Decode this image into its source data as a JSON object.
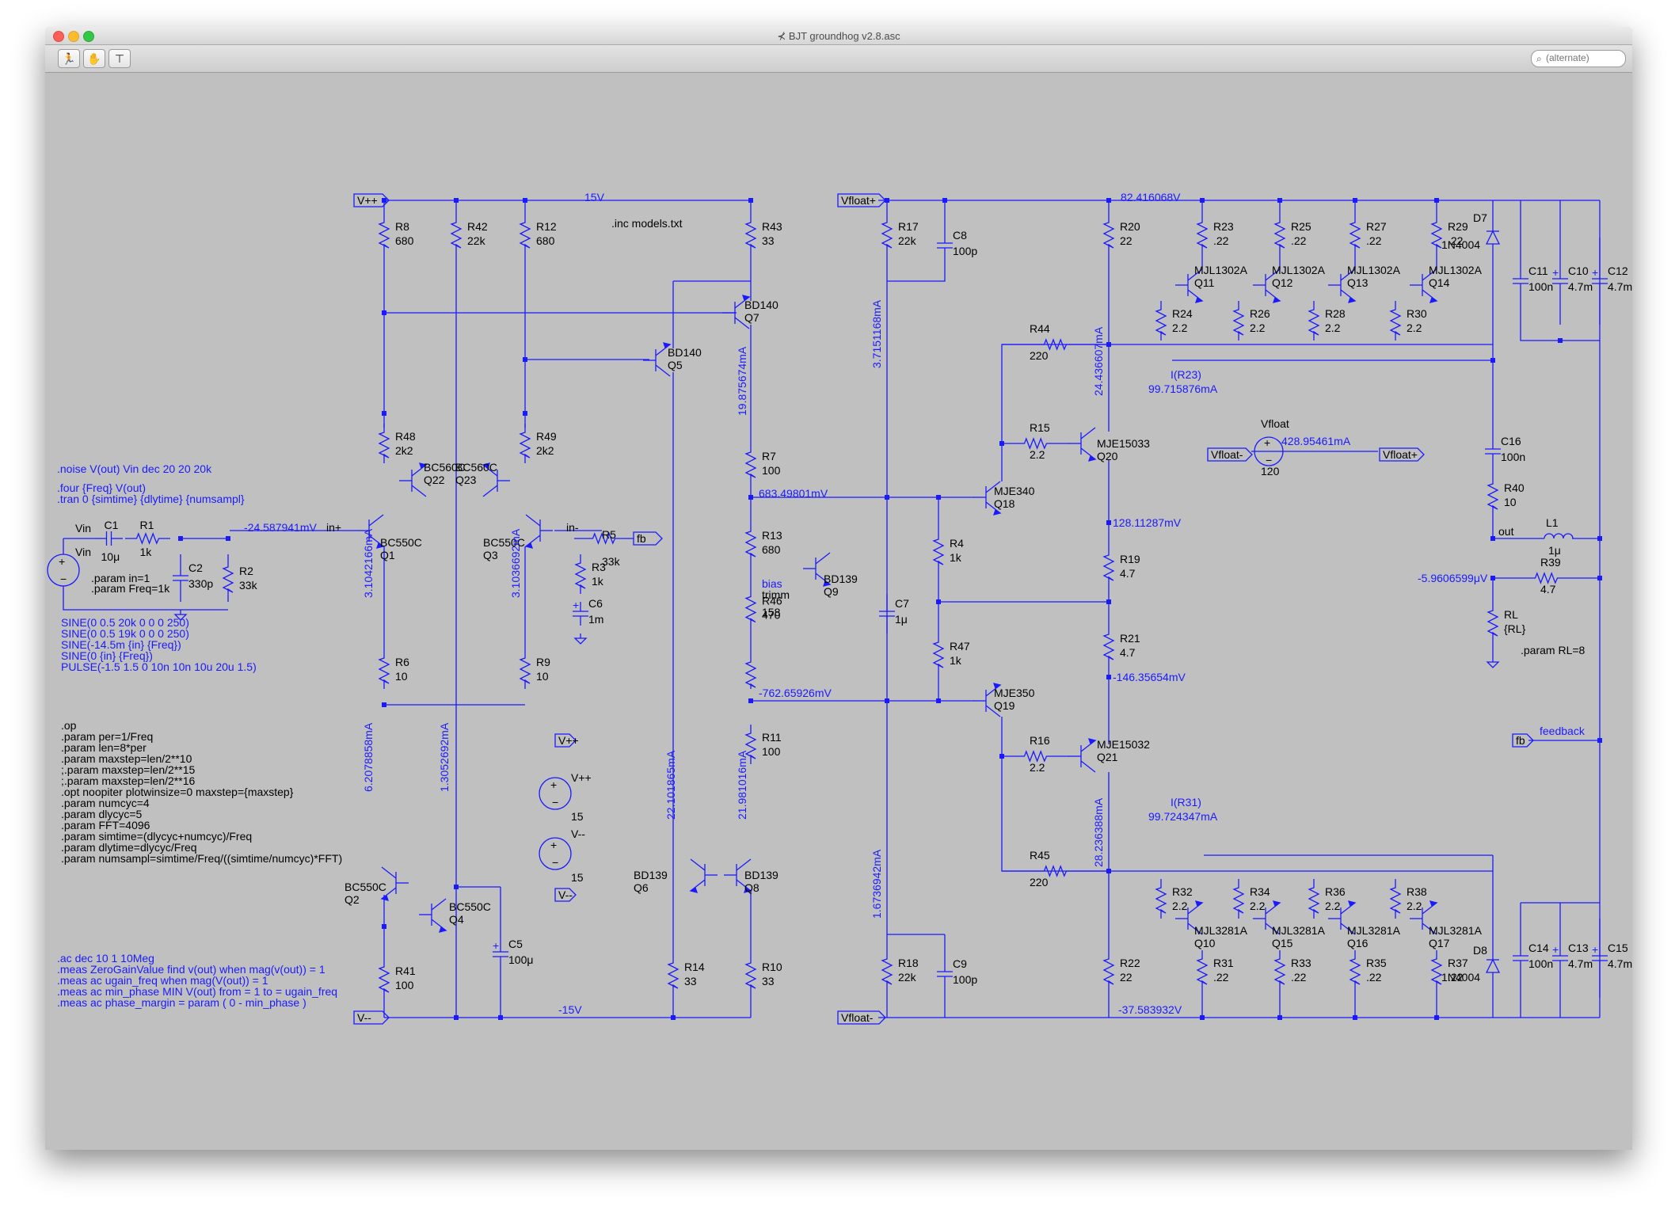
{
  "window": {
    "title": "BJT groundhog v2.8.asc",
    "search_placeholder": "(alternate)"
  },
  "toolbar": {
    "tools": [
      "run-icon",
      "pan-hand-icon",
      "probe-icon"
    ]
  },
  "nets": {
    "vpp": "V++",
    "vmm": "V--",
    "vfp": "Vfloat+",
    "vfm": "Vfloat-",
    "fb": "fb",
    "inp": "in+",
    "inm": "in-",
    "vin": "Vin",
    "out": "out",
    "feedback": "feedback",
    "v15": "15V",
    "vm15": "-15V"
  },
  "voltages": {
    "v_top_right": "82.416068V",
    "v_bot_right": "-37.583932V",
    "v_inp": "-24.587941mV",
    "v_683": "683.49801mV",
    "v_762": "-762.65926mV",
    "v_128": "128.11287mV",
    "v_146": "-146.35654mV",
    "v_out": "-5.9606599μV"
  },
  "currents": {
    "i_r43": "19.875674mA",
    "i_q5": "22.101865mA",
    "i_q8": "21.981016mA",
    "i_r17": "3.7151168mA",
    "i_r18": "1.6736942mA",
    "i_q1": "3.1042166mA",
    "i_q3": "3.1036692mA",
    "i_r41": "6.2078858mA",
    "i_r42": "1.3052692mA",
    "i_r20": "24.436607mA",
    "i_r22": "28.236388mA",
    "ir23_label": "I(R23)",
    "ir23_val": "99.715876mA",
    "ir31_label": "I(R31)",
    "ir31_val": "99.724347mA",
    "vfloat_i": "428.95461mA"
  },
  "parts": {
    "R8": [
      "R8",
      "680"
    ],
    "R42": [
      "R42",
      "22k"
    ],
    "R12": [
      "R12",
      "680"
    ],
    "R43": [
      "R43",
      "33"
    ],
    "R48": [
      "R48",
      "2k2"
    ],
    "R49": [
      "R49",
      "2k2"
    ],
    "R6": [
      "R6",
      "10"
    ],
    "R9": [
      "R9",
      "10"
    ],
    "R41": [
      "R41",
      "100"
    ],
    "R7": [
      "R7",
      "100"
    ],
    "R13": [
      "R13",
      "680"
    ],
    "R46": [
      "R46",
      "470"
    ],
    "R11": [
      "R11",
      "100"
    ],
    "R14": [
      "R14",
      "33"
    ],
    "R10": [
      "R10",
      "33"
    ],
    "R1": [
      "R1",
      "1k"
    ],
    "R2": [
      "R2",
      "33k"
    ],
    "R5": [
      "R5",
      "33k"
    ],
    "R3": [
      "R3",
      "1k"
    ],
    "R17": [
      "R17",
      "22k"
    ],
    "R18": [
      "R18",
      "22k"
    ],
    "R20": [
      "R20",
      "22"
    ],
    "R22": [
      "R22",
      "22"
    ],
    "R44": [
      "R44",
      "220"
    ],
    "R45": [
      "R45",
      "220"
    ],
    "R15": [
      "R15",
      "2.2"
    ],
    "R16": [
      "R16",
      "2.2"
    ],
    "R4": [
      "R4",
      "1k"
    ],
    "R47": [
      "R47",
      "1k"
    ],
    "R19": [
      "R19",
      "4.7"
    ],
    "R21": [
      "R21",
      "4.7"
    ],
    "R23": [
      "R23",
      ".22"
    ],
    "R25": [
      "R25",
      ".22"
    ],
    "R27": [
      "R27",
      ".22"
    ],
    "R29": [
      "R29",
      ".22"
    ],
    "R24": [
      "R24",
      "2.2"
    ],
    "R26": [
      "R26",
      "2.2"
    ],
    "R28": [
      "R28",
      "2.2"
    ],
    "R30": [
      "R30",
      "2.2"
    ],
    "R32": [
      "R32",
      "2.2"
    ],
    "R34": [
      "R34",
      "2.2"
    ],
    "R36": [
      "R36",
      "2.2"
    ],
    "R38": [
      "R38",
      "2.2"
    ],
    "R31": [
      "R31",
      ".22"
    ],
    "R33": [
      "R33",
      ".22"
    ],
    "R35": [
      "R35",
      ".22"
    ],
    "R37": [
      "R37",
      ".22"
    ],
    "R40": [
      "R40",
      "10"
    ],
    "R39": [
      "R39",
      "4.7"
    ],
    "RL": [
      "RL",
      "{RL}"
    ],
    "C1": [
      "C1",
      "10μ"
    ],
    "C2": [
      "C2",
      "330p"
    ],
    "C6": [
      "C6",
      "1m"
    ],
    "C5": [
      "C5",
      "100μ"
    ],
    "C7": [
      "C7",
      "1μ"
    ],
    "C8": [
      "C8",
      "100p"
    ],
    "C9": [
      "C9",
      "100p"
    ],
    "C16": [
      "C16",
      "100n"
    ],
    "C11": [
      "C11",
      "100n"
    ],
    "C10": [
      "C10",
      "4.7m"
    ],
    "C12": [
      "C12",
      "4.7m"
    ],
    "C14": [
      "C14",
      "100n"
    ],
    "C13": [
      "C13",
      "4.7m"
    ],
    "C15": [
      "C15",
      "4.7m"
    ],
    "L1": [
      "L1",
      "1μ"
    ]
  },
  "transistors": {
    "Q1": [
      "Q1",
      "BC550C"
    ],
    "Q3": [
      "Q3",
      "BC550C"
    ],
    "Q22": [
      "Q22",
      "BC560C"
    ],
    "Q23": [
      "Q23",
      "BC560C"
    ],
    "Q2": [
      "Q2",
      "BC550C"
    ],
    "Q4": [
      "Q4",
      "BC550C"
    ],
    "Q5": [
      "Q5",
      "BD140"
    ],
    "Q7": [
      "Q7",
      "BD140"
    ],
    "Q9": [
      "Q9",
      "BD139"
    ],
    "Q6": [
      "Q6",
      "BD139"
    ],
    "Q8": [
      "Q8",
      "BD139"
    ],
    "Q18": [
      "Q18",
      "MJE340"
    ],
    "Q19": [
      "Q19",
      "MJE350"
    ],
    "Q20": [
      "Q20",
      "MJE15033"
    ],
    "Q21": [
      "Q21",
      "MJE15032"
    ],
    "Q11": [
      "Q11",
      "MJL1302A"
    ],
    "Q12": [
      "Q12",
      "MJL1302A"
    ],
    "Q13": [
      "Q13",
      "MJL1302A"
    ],
    "Q14": [
      "Q14",
      "MJL1302A"
    ],
    "Q10": [
      "Q10",
      "MJL3281A"
    ],
    "Q15": [
      "Q15",
      "MJL3281A"
    ],
    "Q16": [
      "Q16",
      "MJL3281A"
    ],
    "Q17": [
      "Q17",
      "MJL3281A"
    ],
    "D7": [
      "D7",
      "1N4004"
    ],
    "D8": [
      "D8",
      "1N4004"
    ]
  },
  "sources": {
    "vin": "Vin",
    "vpp_name": "V++",
    "vpp_val": "15",
    "vmm_name": "V--",
    "vmm_val": "15",
    "vfloat_name": "Vfloat",
    "vfloat_val": "120"
  },
  "misc": {
    "inc": ".inc models.txt",
    "bias": "bias",
    "trimm": "trimm",
    "trimm_val": "158",
    "param_rl": ".param RL=8"
  },
  "directives": {
    "noise": ".noise V(out) Vin dec 20 20 20k",
    "four": ".four {Freq} V(out)",
    "tran": ".tran 0 {simtime} {dlytime} {numsampl}",
    "param_in": ".param in=1",
    "param_freq": ".param Freq=1k",
    "sine1": "SINE(0 0.5 20k 0 0 0 250)",
    "sine2": "SINE(0 0.5 19k 0 0 0 250)",
    "sine3": "SINE(-14.5m {in} {Freq})",
    "sine4": "SINE(0 {in} {Freq})",
    "pulse": "PULSE(-1.5 1.5 0 10n 10n 10u 20u 1.5)",
    "op_block": [
      ".op",
      ".param per=1/Freq",
      ".param len=8*per",
      ".param maxstep=len/2**10",
      ";.param maxstep=len/2**15",
      ";.param maxstep=len/2**16",
      ".opt noopiter plotwinsize=0 maxstep={maxstep}",
      ".param numcyc=4",
      ".param dlycyc=5",
      ".param FFT=4096",
      ".param simtime=(dlycyc+numcyc)/Freq",
      ".param dlytime=dlycyc/Freq",
      ".param numsampl=simtime/Freq/((simtime/numcyc)*FFT)"
    ],
    "ac_block": [
      ".ac dec 10 1 10Meg",
      ".meas ZeroGainValue find v(out) when mag(v(out)) = 1",
      ".meas ac ugain_freq when mag(V(out)) = 1",
      ".meas ac min_phase MIN V(out) from = 1 to = ugain_freq",
      ".meas ac phase_margin = param ( 0 - min_phase )"
    ]
  }
}
